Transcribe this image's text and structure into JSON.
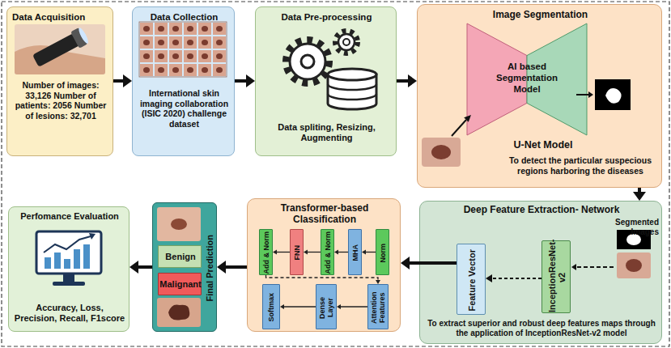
{
  "diagram": {
    "nodes": [
      {
        "text": [
          "Data Acquisition",
          "Number of images: 33,126 Number of patients: 2056 Number of lesions: 32,701"
        ]
      },
      {
        "text": [
          "Data Collection",
          "International skin imaging collaboration (ISIC 2020) challenge dataset"
        ]
      },
      {
        "text": [
          "Data Pre-processing",
          "Data spliting, Resizing, Augmenting"
        ]
      },
      {
        "text": [
          "Image Segmentation",
          "U-Net Model",
          "To detect the particular suspecious regions harboring the diseases"
        ]
      },
      {
        "text": [
          "AI based Segmentation Model"
        ],
        "in": 3
      },
      {
        "text": [
          "Deep Feature Extraction- Network",
          "Segmented Images",
          "To extract superior and robust deep features maps through the application of InceptionResNet-v2 model"
        ]
      },
      {
        "text": [
          "InceptionResNet-v2"
        ],
        "in": 5
      },
      {
        "text": [
          "Feature Vector"
        ],
        "in": 5
      },
      {
        "text": [
          "Transformer-based Classification"
        ]
      },
      {
        "text": [
          "Norm"
        ],
        "in": 8
      },
      {
        "text": [
          "MHA"
        ],
        "in": 8
      },
      {
        "text": [
          "Add & Norm"
        ],
        "in": 8
      },
      {
        "text": [
          "FNN"
        ],
        "in": 8
      },
      {
        "text": [
          "Add & Norm"
        ],
        "in": 8
      },
      {
        "text": [
          "Attention Features"
        ],
        "in": 8
      },
      {
        "text": [
          "Dense Layer"
        ],
        "in": 8
      },
      {
        "text": [
          "Softmax"
        ],
        "in": 8
      },
      {
        "text": [
          "Final Prediction"
        ]
      },
      {
        "text": [
          "Benign"
        ],
        "in": 17
      },
      {
        "text": [
          "Malignant"
        ],
        "in": 17
      },
      {
        "text": [
          "Perfomance Evaluation",
          "Accuracy, Loss, Precision, Recall, F1score"
        ]
      }
    ],
    "edges": [
      {
        "from": 0,
        "to": 1,
        "arrow": "to"
      },
      {
        "from": 1,
        "to": 2,
        "arrow": "to"
      },
      {
        "from": 2,
        "to": 3,
        "arrow": "to"
      },
      {
        "from": 3,
        "to": 5,
        "arrow": "to"
      },
      {
        "from": 6,
        "to": 7,
        "arrow": "to"
      },
      {
        "from": 7,
        "to": 8,
        "arrow": "to"
      },
      {
        "from": 9,
        "to": 10,
        "arrow": "to"
      },
      {
        "from": 10,
        "to": 11,
        "arrow": "to"
      },
      {
        "from": 11,
        "to": 12,
        "arrow": "to"
      },
      {
        "from": 12,
        "to": 13,
        "arrow": "to"
      },
      {
        "from": 13,
        "to": 14,
        "arrow": "to"
      },
      {
        "from": 14,
        "to": 15,
        "arrow": "to"
      },
      {
        "from": 15,
        "to": 16,
        "arrow": "to"
      },
      {
        "from": 8,
        "to": 17,
        "arrow": "to"
      },
      {
        "from": 17,
        "to": 20,
        "arrow": "to"
      }
    ]
  }
}
